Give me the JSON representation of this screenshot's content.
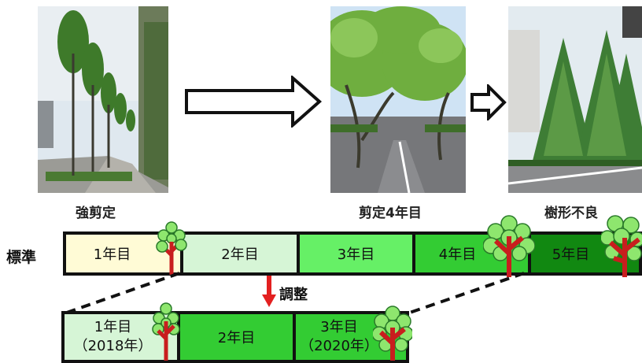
{
  "photos": {
    "strong_prune_caption": "強剪定",
    "prune_4th_caption": "剪定4年目",
    "bad_shape_caption": "樹形不良"
  },
  "standard": {
    "label": "標準",
    "segments": [
      "1年目",
      "2年目",
      "3年目",
      "4年目",
      "5年目"
    ],
    "colors": [
      "#fffbd6",
      "#d6f5d6",
      "#66f066",
      "#33cc33",
      "#118811"
    ]
  },
  "adjustment": {
    "label": "調整",
    "segments": [
      {
        "line1": "1年目",
        "line2": "（2018年）"
      },
      {
        "line1": "2年目",
        "line2": ""
      },
      {
        "line1": "3年目",
        "line2": "（2020年）"
      }
    ],
    "colors": [
      "#d6f5d6",
      "#33cc33",
      "#33cc33"
    ]
  },
  "colors": {
    "arrow_red": "#e32020",
    "trunk": "#c81e1e",
    "foliage": "#8ee66e",
    "border": "#111111"
  }
}
